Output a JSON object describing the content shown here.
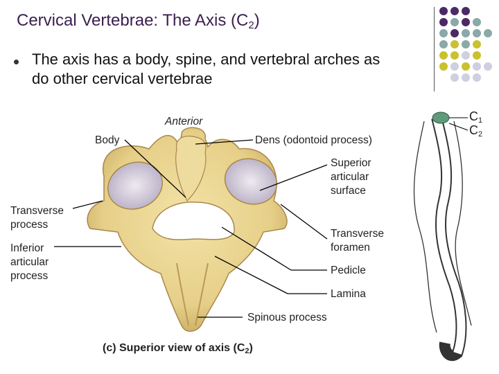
{
  "slide": {
    "title": "Cervical Vertebrae: The Axis (C",
    "title_sub": "2",
    "title_end": ")",
    "bullet": "The axis has a body, spine, and vertebral arches as do other cervical vertebrae"
  },
  "figure": {
    "anterior": "Anterior",
    "labels": {
      "body": "Body",
      "dens": "Dens (odontoid process)",
      "superior_articular_surface": "Superior articular surface",
      "transverse_process": "Transverse process",
      "inferior_articular_process": "Inferior articular process",
      "transverse_foramen": "Transverse foramen",
      "pedicle": "Pedicle",
      "lamina": "Lamina",
      "spinous_process": "Spinous process"
    },
    "caption": "(c)  Superior view of axis (C",
    "caption_sub": "2",
    "caption_end": ")"
  },
  "spine": {
    "c1_letter": "C",
    "c1_sub": "1",
    "c2_letter": "C",
    "c2_sub": "2"
  },
  "colors": {
    "purple": "#4b2a63",
    "teal": "#8aa9a8",
    "olive": "#c9c12f",
    "lavender": "#cfcfe0",
    "bone": "#e9d79b",
    "bone_dark": "#b59a52"
  }
}
